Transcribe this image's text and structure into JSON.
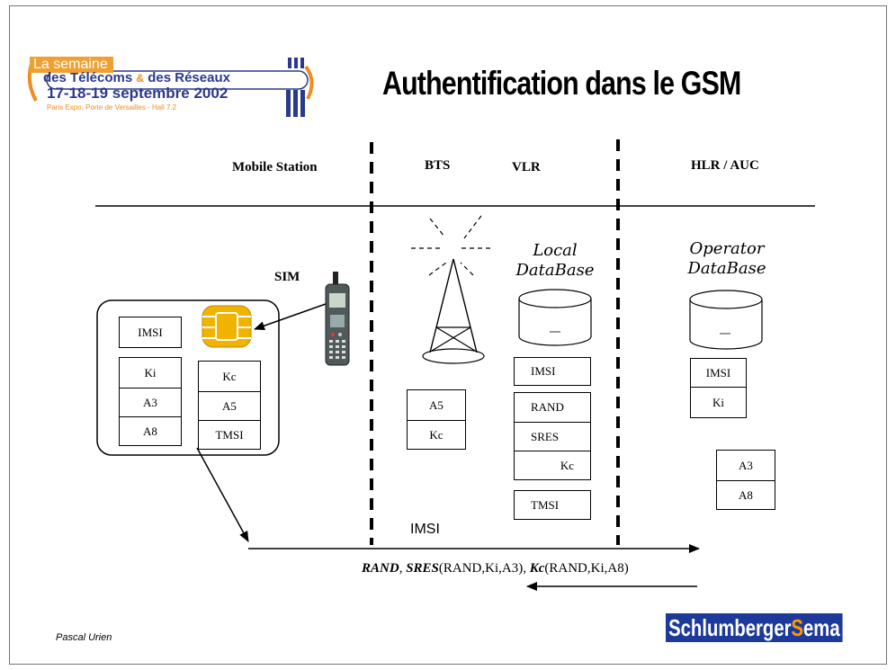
{
  "title": "Authentification dans le GSM",
  "event_logo": {
    "line1": "La semaine",
    "line2_a": "des Télécoms",
    "line2_amp": "&",
    "line2_b": "des Réseaux",
    "line3": "17-18-19 septembre 2002",
    "line4": "Paris Expo, Porte de Versailles - Hall 7.2"
  },
  "columns": {
    "mobile_station": "Mobile Station",
    "bts": "BTS",
    "vlr": "VLR",
    "hlr_auc": "HLR / AUC"
  },
  "sim_label": "SIM",
  "sim_card": {
    "imsi": "IMSI",
    "left_stack": [
      "Ki",
      "A3",
      "A8"
    ],
    "right_stack": [
      "Kc",
      "A5",
      "TMSI"
    ]
  },
  "bts_stack": [
    "A5",
    "Kc"
  ],
  "vlr": {
    "db_label_1": "Local",
    "db_label_2": "DataBase",
    "stack": [
      "IMSI",
      "RAND",
      "SRES",
      "Kc",
      "TMSI"
    ]
  },
  "hlr": {
    "db_label_1": "Operator",
    "db_label_2": "DataBase",
    "stack": [
      "IMSI",
      "Ki"
    ],
    "algos": [
      "A3",
      "A8"
    ]
  },
  "messages": {
    "imsi": "IMSI",
    "response_rand": "RAND",
    "response_sep": ", ",
    "response_sres": "SRES",
    "response_sres_args": "(RAND,Ki,A3), ",
    "response_kc": "Kc",
    "response_kc_args": "(RAND,Ki,A8)"
  },
  "author": "Pascal Urien",
  "brand": {
    "part1": "Schlumberger",
    "accent": "S",
    "part2": "ema"
  },
  "colors": {
    "chip": "#f0b400",
    "brand_bg": "#1d3a9a",
    "brand_accent": "#ff9a00",
    "event_orange": "#f08c20",
    "event_blue": "#2b3a8a"
  }
}
